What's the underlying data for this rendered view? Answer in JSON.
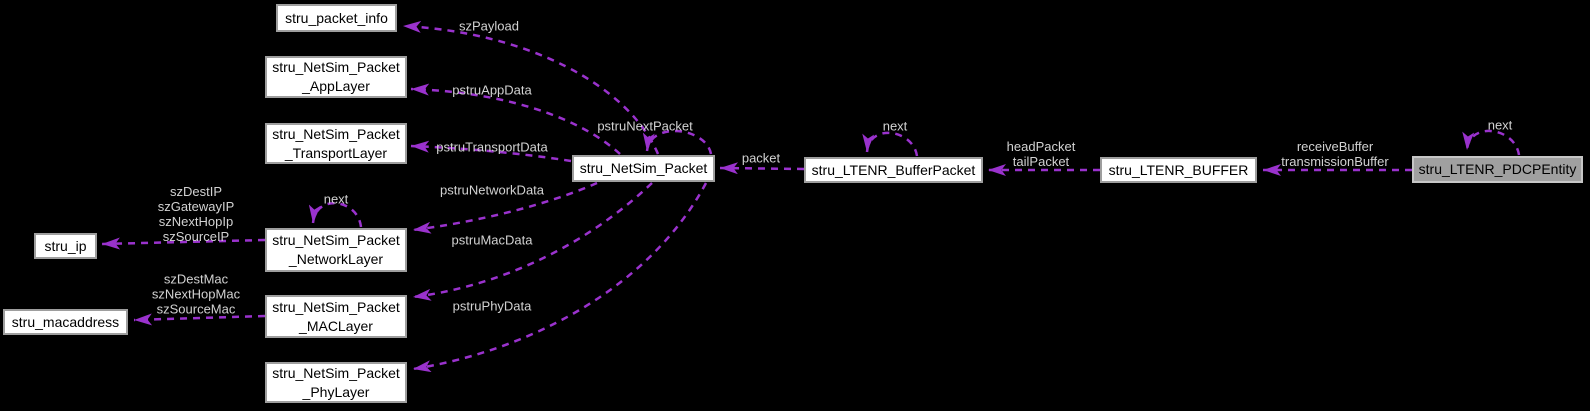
{
  "diagram": {
    "type": "collaboration-graph",
    "colors": {
      "background": "#000000",
      "edge": "#9a32cd",
      "edge_label_text": "#d2d2d2",
      "node_fill": "#ffffff",
      "node_border": "#9e9e9e",
      "node_text": "#000000",
      "current_node_fill": "#a0a0a0",
      "current_node_border": "#c6c6c6"
    },
    "nodes": {
      "packet_info": {
        "label": "stru_packet_info"
      },
      "app_layer": {
        "line1": "stru_NetSim_Packet",
        "line2": "_AppLayer"
      },
      "transport_layer": {
        "line1": "stru_NetSim_Packet",
        "line2": "_TransportLayer"
      },
      "ip": {
        "label": "stru_ip"
      },
      "network_layer": {
        "line1": "stru_NetSim_Packet",
        "line2": "_NetworkLayer"
      },
      "macaddress": {
        "label": "stru_macaddress"
      },
      "mac_layer": {
        "line1": "stru_NetSim_Packet",
        "line2": "_MACLayer"
      },
      "phy_layer": {
        "line1": "stru_NetSim_Packet",
        "line2": "_PhyLayer"
      },
      "netsim_packet": {
        "label": "stru_NetSim_Packet"
      },
      "buffer_packet": {
        "label": "stru_LTENR_BufferPacket"
      },
      "buffer": {
        "label": "stru_LTENR_BUFFER"
      },
      "pdcp_entity": {
        "label": "stru_LTENR_PDCPEntity"
      }
    },
    "edge_labels": {
      "szPayload": "szPayload",
      "pstruAppData": "pstruAppData",
      "pstruTransportData": "pstruTransportData",
      "pstruNextPacket": "pstruNextPacket",
      "pstruNetworkData": "pstruNetworkData",
      "pstruMacData": "pstruMacData",
      "pstruPhyData": "pstruPhyData",
      "ip_fields": [
        "szDestIP",
        "szGatewayIP",
        "szNextHopIp",
        "szSourceIP"
      ],
      "mac_fields": [
        "szDestMac",
        "szNextHopMac",
        "szSourceMac"
      ],
      "next_network": "next",
      "packet": "packet",
      "next_buffer": "next",
      "head_tail": [
        "headPacket",
        "tailPacket"
      ],
      "recv_trans": [
        "receiveBuffer",
        "transmissionBuffer"
      ],
      "next_pdcp": "next"
    }
  }
}
